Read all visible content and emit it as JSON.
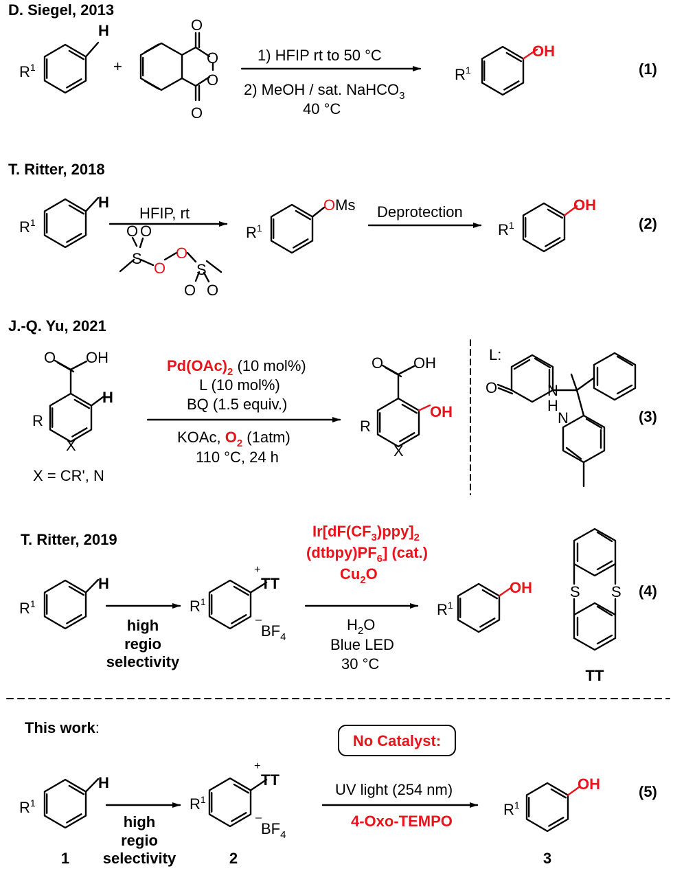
{
  "colors": {
    "accent": "#e8141c",
    "ink": "#000000"
  },
  "common": {
    "r1": "R",
    "sup1": "1",
    "h": "H",
    "oh": "OH",
    "o": "O",
    "s": "S",
    "n": "N",
    "x": "X",
    "r": "R",
    "tt": "TT",
    "plus": "+",
    "minus": "–",
    "bf": "BF",
    "four": "4"
  },
  "s1": {
    "title": "D. Siegel, 2013",
    "plus": "+",
    "cond1": "1) HFIP rt to 50 °C",
    "cond2a": "2) MeOH / sat. NaHCO",
    "cond2sub": "3",
    "cond3": "40 °C",
    "eq": "(1)"
  },
  "s2": {
    "title": "T. Ritter, 2018",
    "cond1": "HFIP, rt",
    "oms_o": "O",
    "oms_ms": "Ms",
    "cond2": "Deprotection",
    "eq": "(2)"
  },
  "s3": {
    "title": "J.-Q. Yu, 2021",
    "acid": "OH",
    "cat_red": "Pd(OAc)",
    "cat_sub": "2",
    "cat_rest": " (10 mol%)",
    "l_line": "L (10 mol%)",
    "bq_line": "BQ (1.5 equiv.)",
    "koac": "KOAc, ",
    "o2": "O",
    "o2_sub": "2",
    "o2_rest": " (1atm)",
    "temp": "110 °C, 24 h",
    "x_def": "X = CR', N",
    "ligand_label": "L:",
    "nh_n": "N",
    "nh_h": "H",
    "eq": "(3)"
  },
  "s4": {
    "title": "T. Ritter, 2019",
    "arrow1_lines": [
      "high",
      "regio",
      "selectivity"
    ],
    "cat_l1a": "Ir[dF(CF",
    "cat_l1b": "3",
    "cat_l1c": ")ppy]",
    "cat_l1d": "2",
    "cat_l2a": "(dtbpy)PF",
    "cat_l2b": "6",
    "cat_l2c": "] (cat.)",
    "cat_l3a": "Cu",
    "cat_l3b": "2",
    "cat_l3c": "O",
    "h2o_a": "H",
    "h2o_b": "2",
    "h2o_c": "O",
    "led": "Blue LED",
    "temp": "30 °C",
    "tt_label": "TT",
    "eq": "(4)"
  },
  "s5": {
    "title": "This work",
    "colon": ":",
    "badge": "No Catalyst:",
    "arrow1_lines": [
      "high",
      "regio",
      "selectivity"
    ],
    "cond1": "UV light (254 nm)",
    "cond2": "4-Oxo-TEMPO",
    "c1": "1",
    "c2": "2",
    "c3": "3",
    "eq": "(5)"
  }
}
